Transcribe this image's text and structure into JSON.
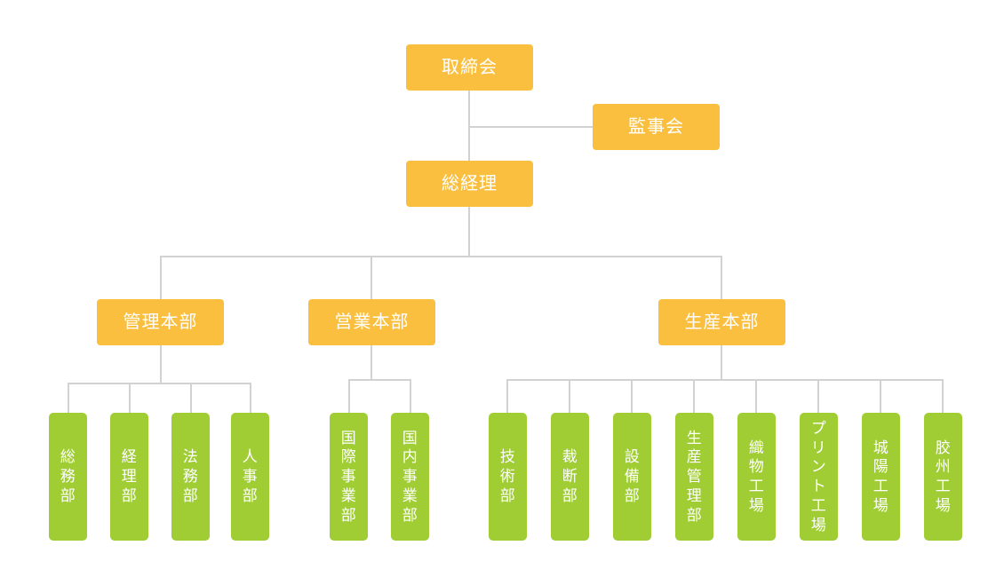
{
  "diagram": {
    "type": "organization-chart",
    "orientation": "top-down",
    "colors": {
      "level_1_2_box": "#FABF3E",
      "leaf_box": "#9FCD33",
      "connector_line": "#d2d2d2",
      "label_text": "#ffffff",
      "background": "#ffffff"
    },
    "nodes": {
      "board": "取締会",
      "auditors": "監事会",
      "general_manager": "総経理",
      "admin_hq": "管理本部",
      "sales_hq": "営業本部",
      "production_hq": "生産本部"
    },
    "admin_departments": [
      "総務部",
      "経理部",
      "法務部",
      "人事部"
    ],
    "sales_departments": [
      "国際事業部",
      "国内事業部"
    ],
    "production_departments": [
      "技術部",
      "裁断部",
      "設備部",
      "生産管理部",
      "織物工場",
      "プリント工場",
      "城陽工場",
      "胶州工場"
    ]
  }
}
